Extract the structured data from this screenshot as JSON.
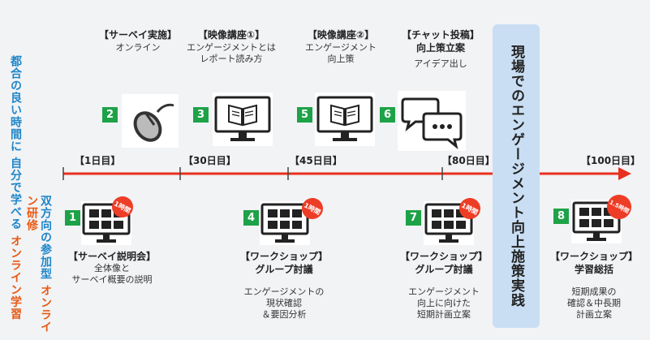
{
  "left_labels": {
    "online_learning": {
      "line1": "都合の良い時間に",
      "line2": "自分で学べる",
      "line3": "オンライン学習"
    },
    "online_training": {
      "line1": "双方向の参加型",
      "line2": "オンライン研修"
    }
  },
  "timeline": {
    "days": [
      "【1日目】",
      "【30日目】",
      "【45日目】",
      "【80日目】",
      "【100日目】"
    ],
    "line_color": "#e8301f"
  },
  "practice_label": "現場でのエンゲージメント向上施策実践",
  "online_steps": [
    {
      "number": "2",
      "title": "【サーベイ実施】",
      "desc": [
        "オンライン"
      ],
      "icon": "mouse-icon"
    },
    {
      "number": "3",
      "title": "【映像講座①】",
      "desc": [
        "エンゲージメントとは",
        "レポート読み方"
      ],
      "icon": "monitor-book-icon"
    },
    {
      "number": "5",
      "title": "【映像講座②】",
      "desc": [
        "エンゲージメント",
        "向上策"
      ],
      "icon": "monitor-book-icon"
    },
    {
      "number": "6",
      "title": "【チャット投稿】",
      "title2": "向上策立案",
      "desc": [
        "アイデア出し"
      ],
      "icon": "chat-bubbles-icon"
    }
  ],
  "workshop_steps": [
    {
      "number": "1",
      "badge": "1時間",
      "title": "【サーベイ説明会】",
      "desc": [
        "全体像と",
        "サーベイ概要の説明"
      ],
      "icon": "video-conference-icon"
    },
    {
      "number": "4",
      "badge": "1時間",
      "title": "【ワークショップ】",
      "title2": "グループ討議",
      "desc": [
        "エンゲージメントの",
        "現状確認",
        "＆要因分析"
      ],
      "icon": "video-conference-icon"
    },
    {
      "number": "7",
      "badge": "1時間",
      "title": "【ワークショップ】",
      "title2": "グループ討議",
      "desc": [
        "エンゲージメント",
        "向上に向けた",
        "短期計画立案"
      ],
      "icon": "video-conference-icon"
    },
    {
      "number": "8",
      "badge": "1.5時間",
      "title": "【ワークショップ】",
      "title2": "学習総括",
      "desc": [
        "短期成果の",
        "確認＆中長期",
        "計画立案"
      ],
      "icon": "video-conference-icon"
    }
  ],
  "colors": {
    "number_box": "#1ea248",
    "badge": "#ee3d26",
    "practice_box": "#c9def3",
    "label_blue": "#1f86c9",
    "label_orange": "#e85a14"
  }
}
